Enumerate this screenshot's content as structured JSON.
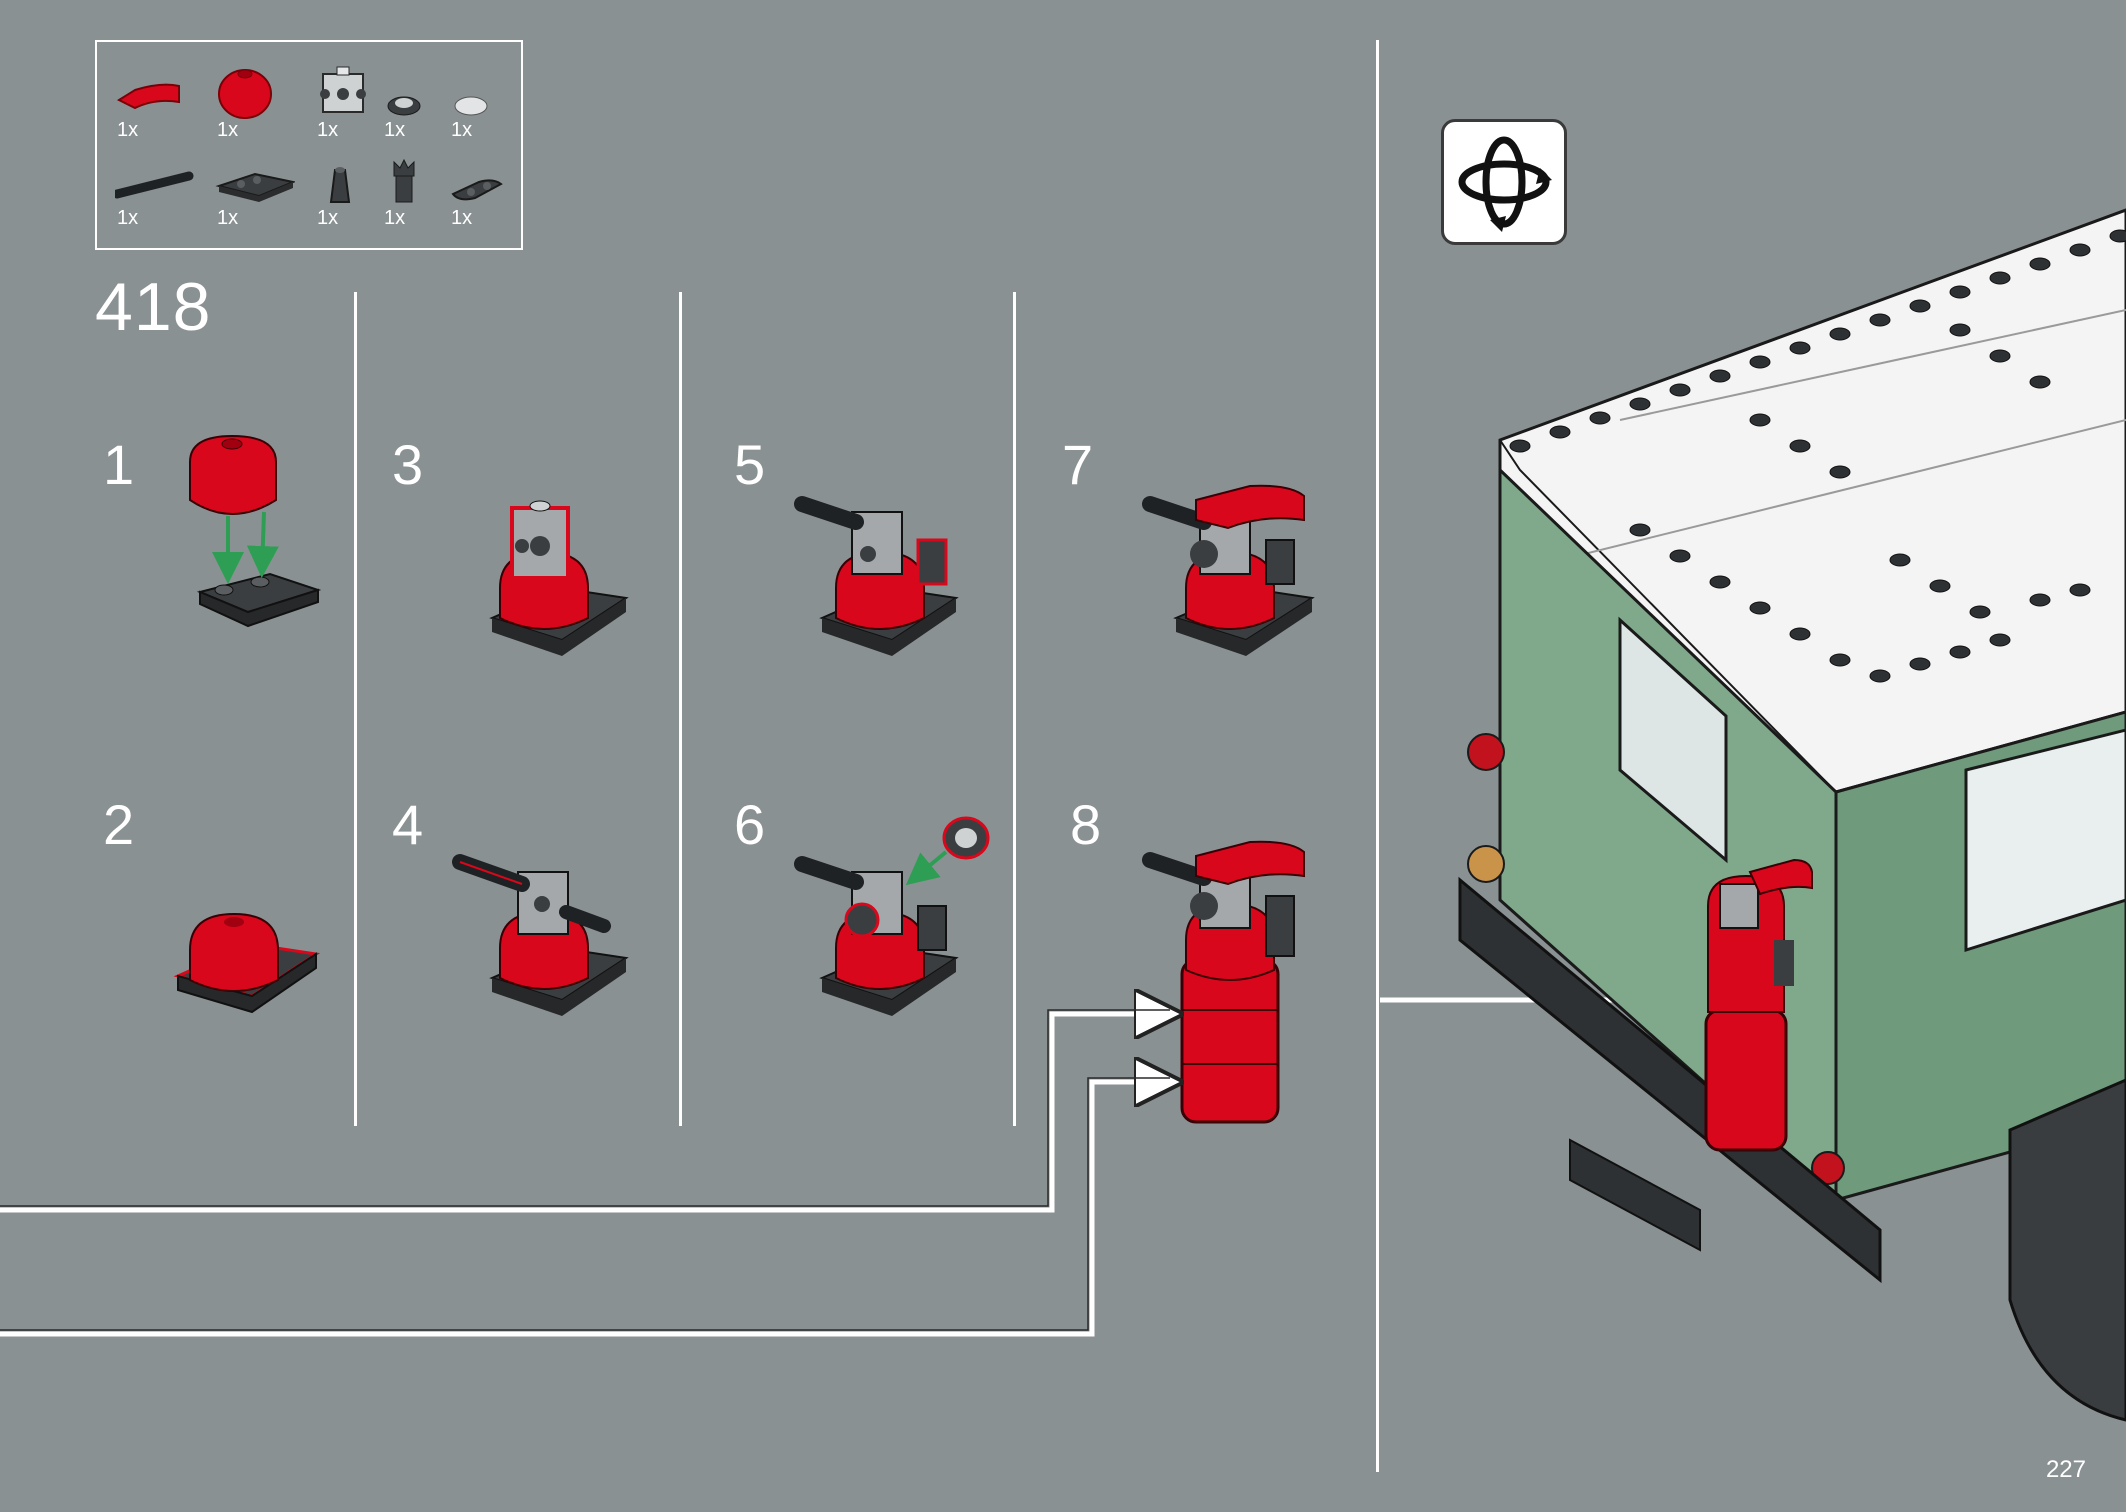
{
  "parts_list": {
    "items": [
      {
        "name": "red-curved-slope-part",
        "qty": "1x"
      },
      {
        "name": "red-dome-part",
        "qty": "1x"
      },
      {
        "name": "gray-brick-studs-part",
        "qty": "1x"
      },
      {
        "name": "dark-tile-round-part",
        "qty": "1x"
      },
      {
        "name": "light-tile-round-part",
        "qty": "1x"
      },
      {
        "name": "black-bar-part",
        "qty": "1x"
      },
      {
        "name": "dark-plate-clips-part",
        "qty": "1x"
      },
      {
        "name": "dark-cone-part",
        "qty": "1x"
      },
      {
        "name": "dark-clip-part",
        "qty": "1x"
      },
      {
        "name": "dark-plate-rounded-part",
        "qty": "1x"
      }
    ]
  },
  "main_step": "418",
  "sub_steps": [
    "1",
    "2",
    "3",
    "4",
    "5",
    "6",
    "7",
    "8"
  ],
  "page_number": "227",
  "colors": {
    "background": "#8a9193",
    "brick_red": "#d9071b",
    "brick_green": "#7fa98a",
    "brick_white": "#f4f4f4",
    "brick_dark": "#3b3e40",
    "arrow_green": "#2f9e55"
  },
  "icons": {
    "rotate": "rotate-model-icon"
  }
}
